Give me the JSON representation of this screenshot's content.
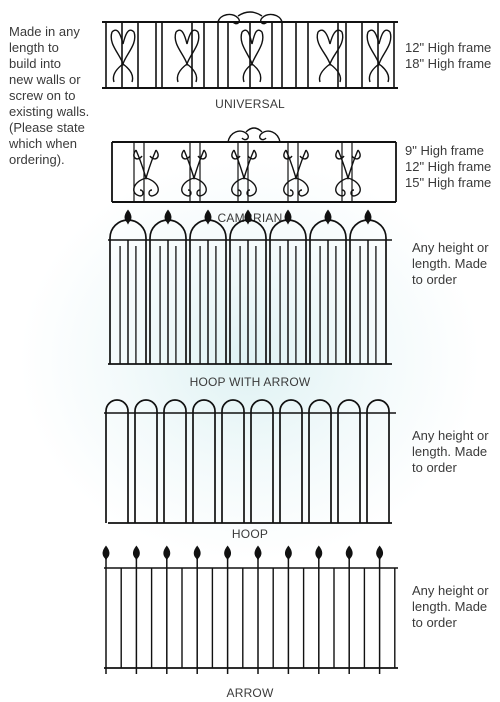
{
  "intro_note": "Made in any\nlength to\nbuild into\nnew walls or\nscrew on to\nexisting walls.\n(Please state\nwhich when\nordering).",
  "products": [
    {
      "name": "UNIVERSAL",
      "sizes": "12\" High frame\n18\" High frame"
    },
    {
      "name": "CAMBRIAN",
      "sizes": "9\"   High frame\n12\" High frame\n15\" High frame"
    },
    {
      "name": "HOOP WITH ARROW",
      "sizes": "Any height or\nlength. Made\nto order"
    },
    {
      "name": "HOOP",
      "sizes": "Any height or\nlength. Made\nto order"
    },
    {
      "name": "ARROW",
      "sizes": "Any height or\nlength. Made\nto order"
    }
  ]
}
